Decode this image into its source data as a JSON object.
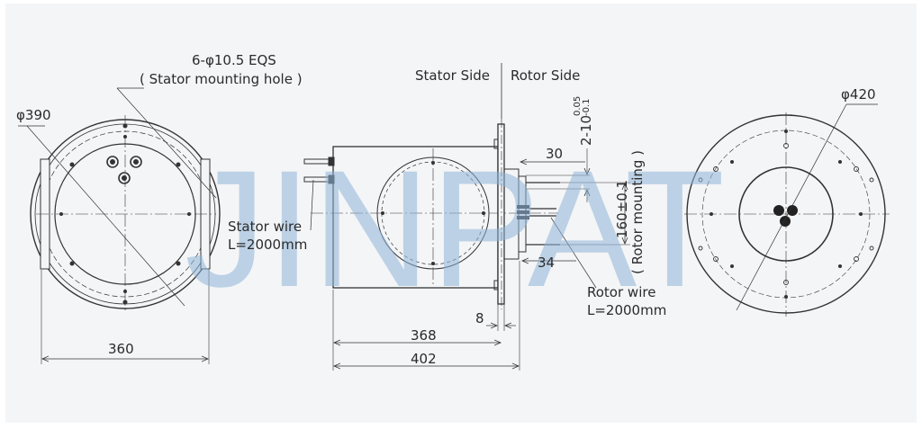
{
  "watermark": "JINPAT",
  "labels": {
    "mount_holes": "6-φ10.5 EQS",
    "mount_holes_desc": "( Stator mounting hole )",
    "dia_390": "φ390",
    "dia_420": "φ420",
    "width_360": "360",
    "stator_wire": "Stator wire",
    "stator_wire_len": "L=2000mm",
    "stator_side": "Stator Side",
    "rotor_side": "Rotor Side",
    "holes_2": "2-10",
    "tol_upper": "0.05",
    "tol_lower": "-0.1",
    "dim_30": "30",
    "dim_160": "160±0.1",
    "rotor_mounting": "( Rotor mounting )",
    "dim_34": "34",
    "rotor_wire": "Rotor wire",
    "rotor_wire_len": "L=2000mm",
    "dim_8": "8",
    "dim_368": "368",
    "dim_402": "402"
  }
}
